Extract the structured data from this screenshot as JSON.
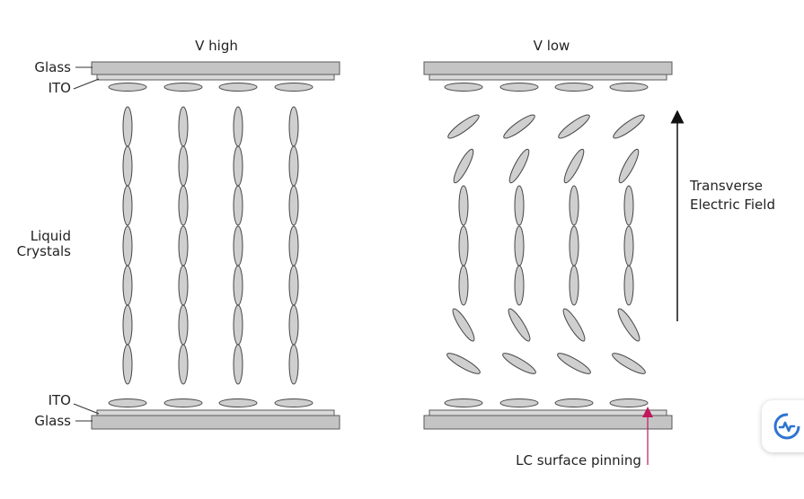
{
  "panels": {
    "left_title": "V high",
    "right_title": "V low"
  },
  "labels": {
    "glass_top": "Glass",
    "ito_top": "ITO",
    "liquid_line1": "Liquid",
    "liquid_line2": "Crystals",
    "ito_bottom": "ITO",
    "glass_bottom": "Glass",
    "field_line1": "Transverse",
    "field_line2": "Electric Field",
    "pinning": "LC surface pinning"
  },
  "colors": {
    "pinning_arrow": "#c2185b",
    "glass": "#c4c4c4",
    "crystal": "#cfcfcf"
  },
  "icons": {
    "floating_widget": "assistant-logo-icon"
  }
}
